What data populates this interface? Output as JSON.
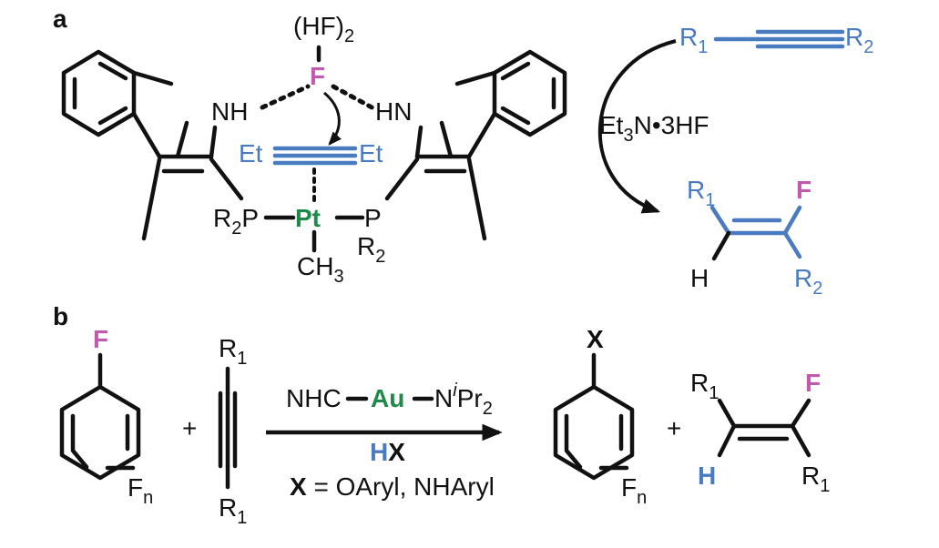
{
  "panel_a": {
    "label": "a",
    "hf2": "(HF)",
    "hf2_sub": "2",
    "f": "F",
    "nh_left": "NH",
    "nh_right": "HN",
    "et_left": "Et",
    "et_right": "Et",
    "pt": "Pt",
    "r2p": "R",
    "r2p_sub": "2",
    "r2p_p": "P",
    "p_right": "P",
    "r2_right": "R",
    "r2_right_sub": "2",
    "ch3": "CH",
    "ch3_sub": "3",
    "r1": "R",
    "r1_sub": "1",
    "r2": "R",
    "r2_sub": "2",
    "reagent_a": "Et",
    "reagent_a_sub": "3",
    "reagent_a_rest": "N•3HF",
    "prod_r1": "R",
    "prod_r1_sub": "1",
    "prod_f": "F",
    "prod_h": "H",
    "prod_r2": "R",
    "prod_r2_sub": "2"
  },
  "panel_b": {
    "label": "b",
    "f_top": "F",
    "fn": "F",
    "fn_sub": "n",
    "plus1": "+",
    "alk_r1_top": "R",
    "alk_r1_top_sub": "1",
    "alk_r1_bot": "R",
    "alk_r1_bot_sub": "1",
    "cat_nhc": "NHC",
    "cat_au": "Au",
    "cat_n": "N",
    "cat_i": "i",
    "cat_pr": "Pr",
    "cat_pr_sub": "2",
    "hx_h": "H",
    "hx_x": "X",
    "cond_x": "X",
    "cond_rest": " = OAryl, NHAryl",
    "prod_x": "X",
    "prod_fn": "F",
    "prod_fn_sub": "n",
    "plus2": "+",
    "prod_r1": "R",
    "prod_r1_sub": "1",
    "prod_f": "F",
    "prod_h": "H",
    "prod_r1b": "R",
    "prod_r1b_sub": "1"
  },
  "colors": {
    "black": "#111111",
    "blue": "#4a7bc0",
    "pink": "#c159ad",
    "green": "#1e8a4a"
  }
}
